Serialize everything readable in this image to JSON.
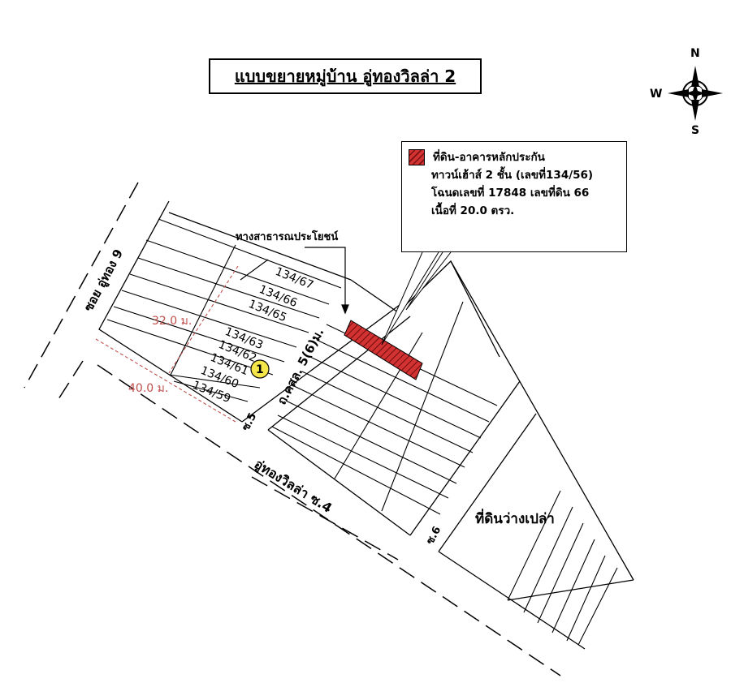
{
  "title": "แบบขยายหมู่บ้าน อู่ทองวิลล่า 2",
  "compass": {
    "n": "N",
    "s": "S",
    "w": "W",
    "e": ""
  },
  "legend": {
    "line1": "ที่ดิน-อาคารหลักประกัน",
    "line2": "ทาวน์เฮ้าส์ 2 ชั้น (เลขที่134/56)",
    "line3": "โฉนดเลขที่ 17848 เลขที่ดิน 66",
    "line4": "เนื้อที่ 20.0 ตรว.",
    "swatch_color": "#d23232"
  },
  "roads": {
    "soi9": "ซอย อู่ทอง 9",
    "public_way": "ทางสาธารณประโยชน์",
    "ks_road": "ถ.คสล. 5(6)ม.",
    "soi5": "ซ.5",
    "soi6": "ซ.6",
    "main_road": "อู่ทองวิลล่า ซ.4"
  },
  "lots": [
    "134/67",
    "134/66",
    "134/65",
    "134/63",
    "134/62",
    "134/61",
    "134/60",
    "134/59"
  ],
  "marker": "1",
  "dimensions": {
    "width": "32.0 ม.",
    "length": "40.0 ม."
  },
  "empty_land": "ที่ดินว่างเปล่า",
  "colors": {
    "highlight": "#d23232",
    "dimension": "#c0504d",
    "marker": "#f5e64a"
  }
}
